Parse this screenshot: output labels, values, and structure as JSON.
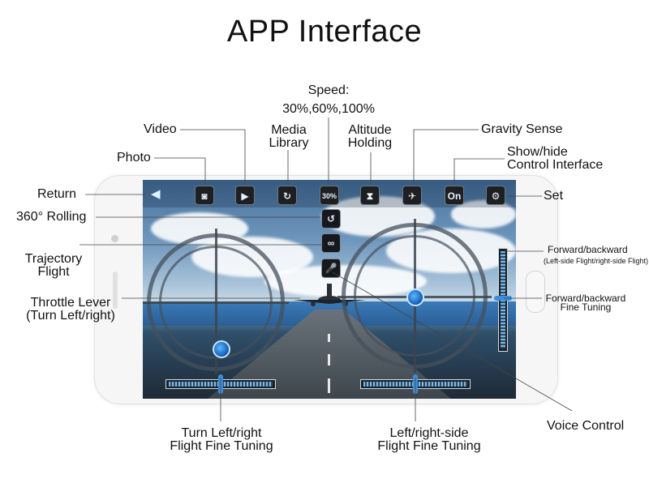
{
  "title": "APP Interface",
  "labels": {
    "return": "Return",
    "photo": "Photo",
    "video": "Video",
    "media_library_1": "Media",
    "media_library_2": "Library",
    "speed_1": "Speed:",
    "speed_2": "30%,60%,100%",
    "altitude_1": "Altitude",
    "altitude_2": "Holding",
    "gravity": "Gravity Sense",
    "showhide_1": "Show/hide",
    "showhide_2": "Control Interface",
    "set": "Set",
    "rolling": "360° Rolling",
    "trajectory_1": "Trajectory",
    "trajectory_2": "Flight",
    "throttle_1": "Throttle Lever",
    "throttle_2": "(Turn Left/right)",
    "fwd_back": "Forward/backward",
    "fwd_back_sub": "(Left-side Flight/right-side Flight)",
    "fwd_fine_1": "Forward/backward",
    "fwd_fine_2": "Fine Tuning",
    "voice": "Voice Control",
    "turn_fine_1": "Turn Left/right",
    "turn_fine_2": "Flight Fine Tuning",
    "side_fine_1": "Left/right-side",
    "side_fine_2": "Flight Fine Tuning"
  },
  "screen": {
    "speed_button": "30%",
    "onoff_button": "On"
  },
  "icons": {
    "return": "return-arrow-icon",
    "photo": "camera-icon",
    "video": "video-camera-icon",
    "media": "media-library-icon",
    "altitude": "altitude-hold-icon",
    "gravity": "gravity-sense-icon",
    "settings": "gear-icon",
    "rolling": "rolling-icon",
    "trajectory": "trajectory-icon",
    "voice": "microphone-icon"
  },
  "glyphs": {
    "return": "◀",
    "photo": "◙",
    "video": "▶",
    "media": "↻",
    "altitude": "⧗",
    "gravity": "✈",
    "settings": "⚙",
    "rolling": "↺",
    "trajectory": "∞",
    "voice": "🎤"
  },
  "colors": {
    "accent": "#3c8ed8",
    "knob": "#1f6fc4"
  }
}
